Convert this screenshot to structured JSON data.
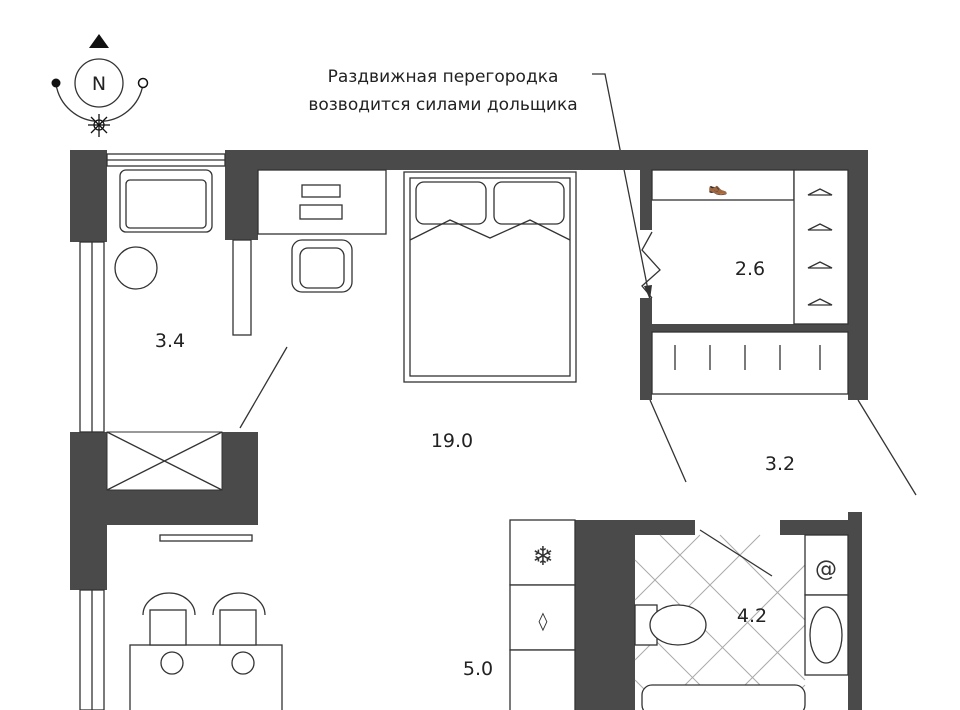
{
  "compass": {
    "label": "N"
  },
  "note": {
    "line1": "Раздвижная перегородка",
    "line2": "возводится силами дольщика"
  },
  "rooms": [
    {
      "id": "balcony",
      "area": "3.4"
    },
    {
      "id": "living",
      "area": "19.0"
    },
    {
      "id": "wardrobe",
      "area": "2.6"
    },
    {
      "id": "hall",
      "area": "3.2"
    },
    {
      "id": "bathroom",
      "area": "4.2"
    },
    {
      "id": "kitchen",
      "area": "5.0"
    }
  ],
  "colors": {
    "wall": "#4a4a4a",
    "line": "#333333"
  }
}
